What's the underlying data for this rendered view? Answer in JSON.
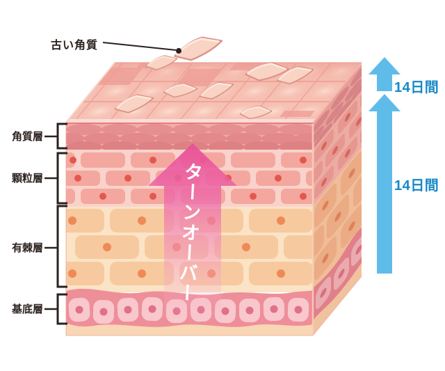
{
  "colors": {
    "turnover_arrow_pink": "#EC5FA0",
    "duration_arrow_blue": "#5FBCE9",
    "duration_text_blue": "#1688C8",
    "annotation_text_dark": "#2B211E",
    "turnover_text_white": "#FFFFFF",
    "skin_surface_pink": "#F6C2B4",
    "corneum_ellipse_pink": "#E68F90",
    "granular_brick_pink": "#F4A79E",
    "spinous_brick_peach": "#F7C99F",
    "basal_band_rose": "#EE8E99"
  },
  "annotations": {
    "old_keratin_label": "古い角質",
    "turnover_label": "ターンオーバー"
  },
  "layer_labels": [
    {
      "label": "角質層"
    },
    {
      "label": "顆粒層"
    },
    {
      "label": "有棘層"
    },
    {
      "label": "基底層"
    }
  ],
  "durations": [
    {
      "label": "14日間"
    },
    {
      "label": "14日間"
    }
  ]
}
